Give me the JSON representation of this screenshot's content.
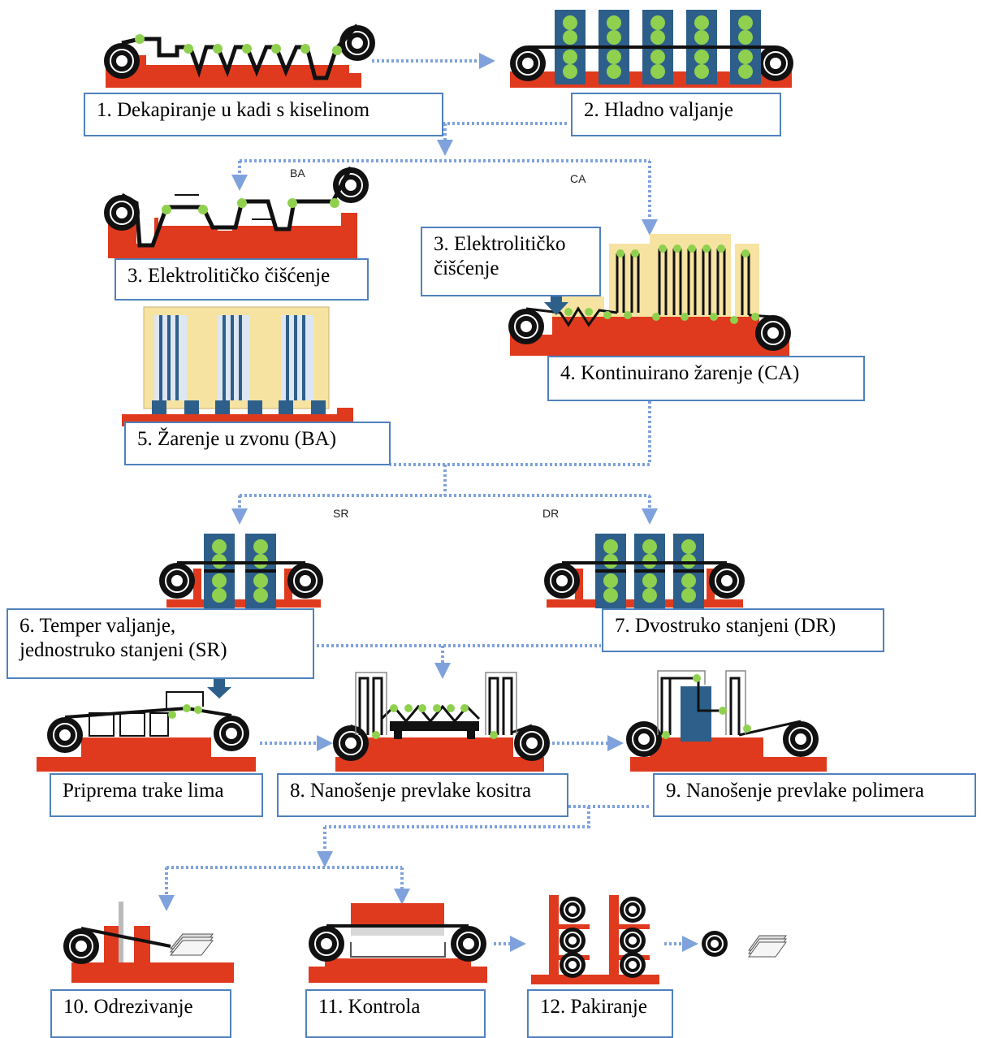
{
  "labels": {
    "step1": "1. Dekapiranje u kadi s kiselinom",
    "step2": "2. Hladno valjanje",
    "step3_ba": "3. Elektrolitičko čišćenje",
    "step3_ca_line1": "3. Elektrolitičko",
    "step3_ca_line2": "čišćenje",
    "step4": "4. Kontinuirano žarenje (CA)",
    "step5": "5. Žarenje u zvonu (BA)",
    "step6_line1": "6. Temper valjanje,",
    "step6_line2": "jednostruko stanjeni (SR)",
    "step7": "7. Dvostruko stanjeni (DR)",
    "prep": "Priprema trake lima",
    "step8": "8. Nanošenje prevlake kositra",
    "step9": "9. Nanošenje prevlake polimera",
    "step10": "10. Odrezivanje",
    "step11": "11. Kontrola",
    "step12": "12. Pakiranje"
  },
  "branch_tags": {
    "ba": "BA",
    "ca": "CA",
    "sr": "SR",
    "dr": "DR"
  },
  "colors": {
    "machine_base": "#e03a1e",
    "roller_box": "#2d5f8a",
    "roller": "#8fd14f",
    "furnace": "#f7e3a1",
    "arrow": "#7fa2dc",
    "label_border": "#4f81bd",
    "coil": "#111111"
  },
  "icons": [
    "coil-icon",
    "roller-icon",
    "stack-of-sheets-icon",
    "down-arrow-icon"
  ]
}
